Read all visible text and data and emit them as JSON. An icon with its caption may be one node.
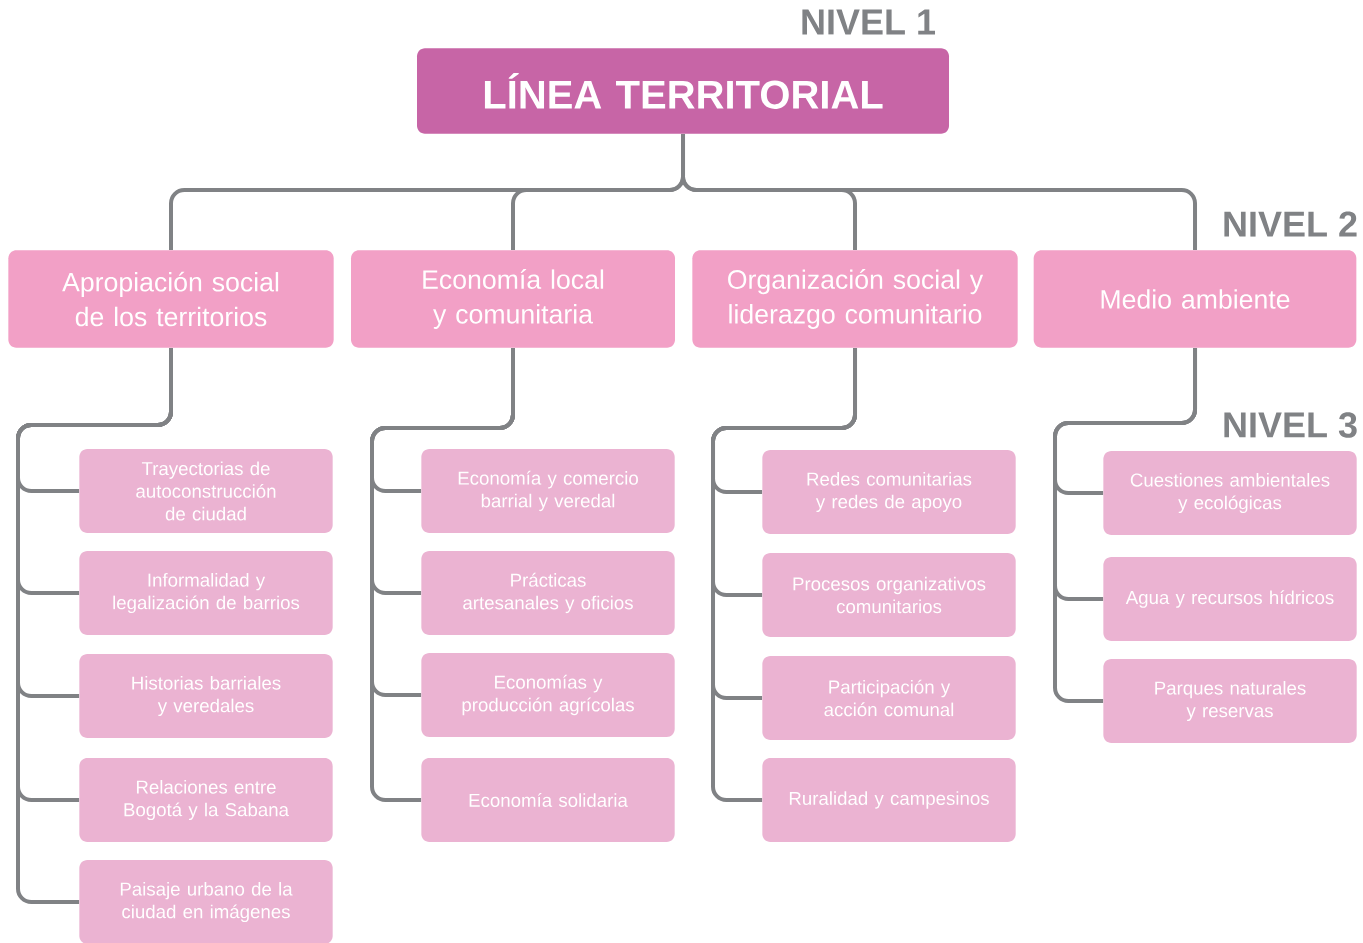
{
  "diagram": {
    "nodes": [
      {
        "text": [
          "LÍNEA TERRITORIAL"
        ]
      },
      {
        "text": [
          "Apropiación social de los territorios"
        ]
      },
      {
        "text": [
          "Economía local y comunitaria"
        ]
      },
      {
        "text": [
          "Organización social y liderazgo comunitario"
        ]
      },
      {
        "text": [
          "Medio ambiente"
        ]
      },
      {
        "text": [
          "Trayectorias de autoconstrucción de ciudad"
        ]
      },
      {
        "text": [
          "Informalidad y legalización de barrios"
        ]
      },
      {
        "text": [
          "Historias barriales y veredales"
        ]
      },
      {
        "text": [
          "Relaciones entre Bogotá y la Sabana"
        ]
      },
      {
        "text": [
          "Paisaje urbano de la ciudad en imágenes"
        ]
      },
      {
        "text": [
          "Economía y comercio barrial y veredal"
        ]
      },
      {
        "text": [
          "Prácticas artesanales y oficios"
        ]
      },
      {
        "text": [
          "Economías y producción agrícolas"
        ]
      },
      {
        "text": [
          "Economía solidaria"
        ]
      },
      {
        "text": [
          "Redes comunitarias y redes de apoyo"
        ]
      },
      {
        "text": [
          "Procesos organizativos comunitarios"
        ]
      },
      {
        "text": [
          "Participación y acción comunal"
        ]
      },
      {
        "text": [
          "Ruralidad y campesinos"
        ]
      },
      {
        "text": [
          "Cuestiones ambientales y ecológicas"
        ]
      },
      {
        "text": [
          "Agua y recursos hídricos"
        ]
      },
      {
        "text": [
          "Parques naturales y reservas"
        ]
      }
    ],
    "edges": [
      {
        "from": 0,
        "to": 1,
        "arrow": "none"
      },
      {
        "from": 0,
        "to": 2,
        "arrow": "none"
      },
      {
        "from": 0,
        "to": 3,
        "arrow": "none"
      },
      {
        "from": 0,
        "to": 4,
        "arrow": "none"
      },
      {
        "from": 1,
        "to": 5,
        "arrow": "none"
      },
      {
        "from": 1,
        "to": 6,
        "arrow": "none"
      },
      {
        "from": 1,
        "to": 7,
        "arrow": "none"
      },
      {
        "from": 1,
        "to": 8,
        "arrow": "none"
      },
      {
        "from": 1,
        "to": 9,
        "arrow": "none"
      },
      {
        "from": 2,
        "to": 10,
        "arrow": "none"
      },
      {
        "from": 2,
        "to": 11,
        "arrow": "none"
      },
      {
        "from": 2,
        "to": 12,
        "arrow": "none"
      },
      {
        "from": 2,
        "to": 13,
        "arrow": "none"
      },
      {
        "from": 3,
        "to": 14,
        "arrow": "none"
      },
      {
        "from": 3,
        "to": 15,
        "arrow": "none"
      },
      {
        "from": 3,
        "to": 16,
        "arrow": "none"
      },
      {
        "from": 3,
        "to": 17,
        "arrow": "none"
      },
      {
        "from": 4,
        "to": 18,
        "arrow": "none"
      },
      {
        "from": 4,
        "to": 19,
        "arrow": "none"
      },
      {
        "from": 4,
        "to": 20,
        "arrow": "none"
      }
    ],
    "labels": [
      "NIVEL 1",
      "NIVEL 2",
      "NIVEL 3"
    ]
  }
}
